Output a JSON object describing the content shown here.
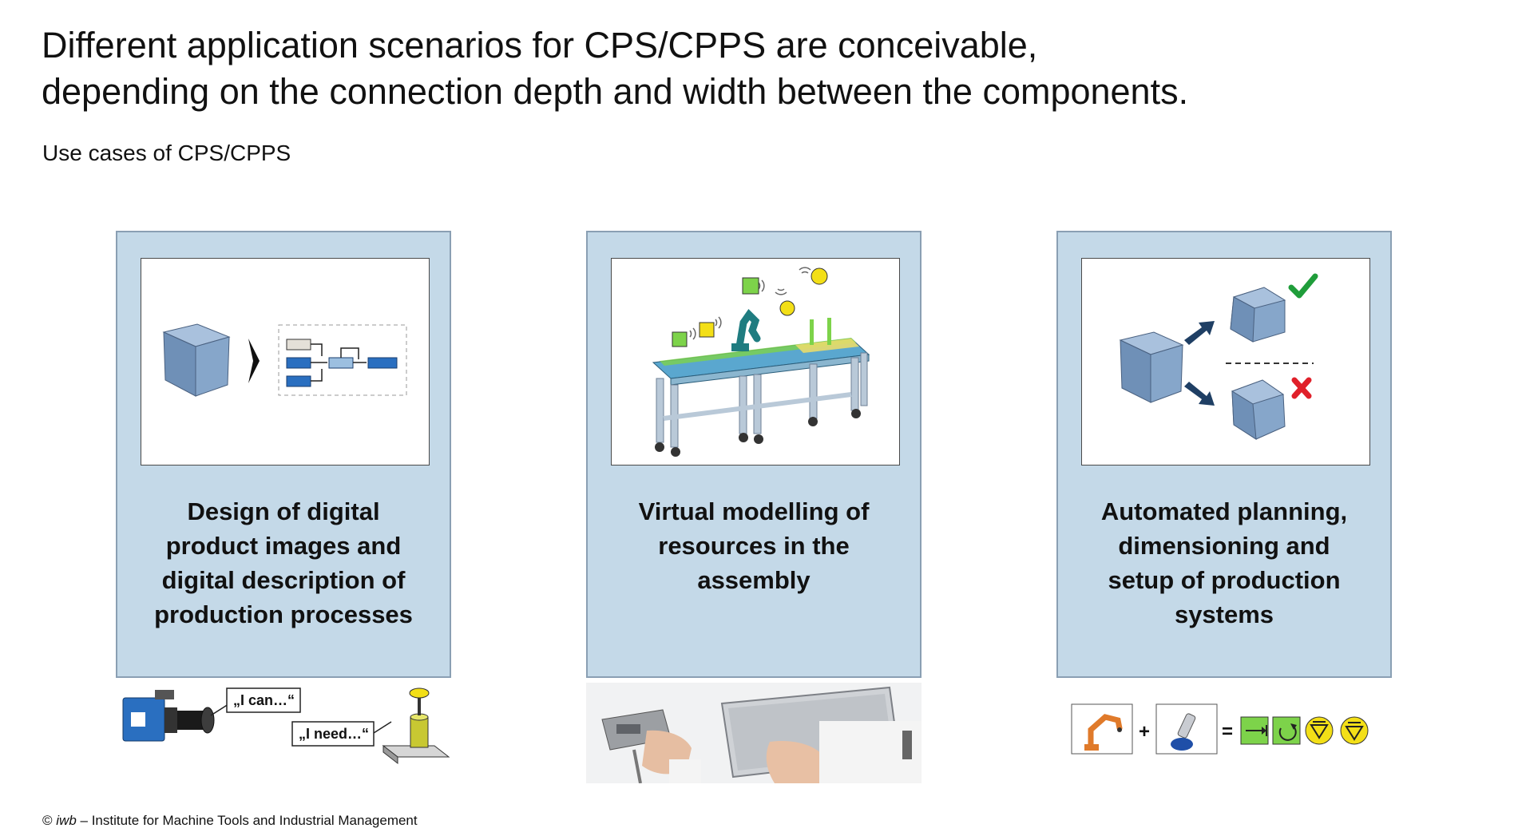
{
  "title": {
    "line1": "Different application scenarios for CPS/CPPS are conceivable,",
    "line2": "depending on the connection depth and width between the components."
  },
  "subtitle": "Use cases of CPS/CPPS",
  "cards": [
    {
      "caption_lines": [
        "Design of digital",
        "product images and",
        "digital description of",
        "production processes"
      ]
    },
    {
      "caption_lines": [
        "Virtual modelling of",
        "resources in the",
        "assembly"
      ]
    },
    {
      "caption_lines": [
        "Automated planning,",
        "dimensioning and",
        "setup of production",
        "systems"
      ]
    }
  ],
  "speech": {
    "can": "„I can…“",
    "need": "„I need…“"
  },
  "equation": {
    "plus": "+",
    "equals": "="
  },
  "footer": {
    "copyright": "©",
    "org": "iwb",
    "rest": "– Institute for Machine Tools and Industrial Management"
  },
  "colors": {
    "card_fill": "#c4d9e8",
    "cube": "#7fa0c3",
    "block_blue": "#2a6fc0",
    "check": "#1f9d3a",
    "cross": "#e0202a",
    "icon_green": "#7dd34a",
    "icon_yellow": "#f3df17"
  },
  "icons": [
    "cube-icon",
    "arrow-right-icon",
    "check-icon",
    "cross-icon",
    "camera-icon",
    "gripper-icon",
    "robot-icon",
    "wireless-icon",
    "tablet-icon"
  ]
}
